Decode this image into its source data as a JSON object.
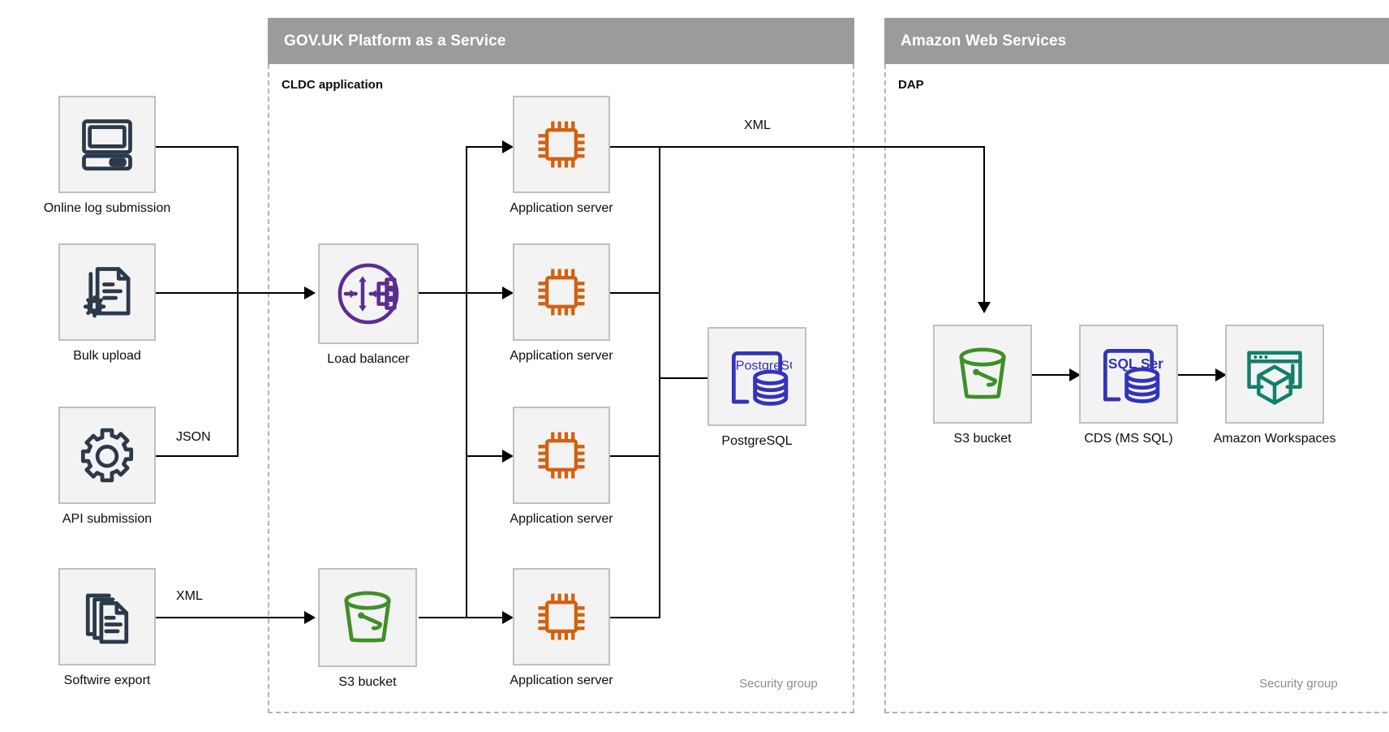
{
  "zones": [
    {
      "id": "paas",
      "title": "GOV.UK Platform as a Service",
      "subtitle": "CLDC application",
      "security_label": "Security group"
    },
    {
      "id": "aws",
      "title": "Amazon Web Services",
      "subtitle": "DAP",
      "security_label": "Security group"
    }
  ],
  "nodes": {
    "online_log": {
      "label": "Online log submission",
      "icon": "desktop-computer-icon",
      "color": "#2b3a4a"
    },
    "bulk_upload": {
      "label": "Bulk upload",
      "icon": "document-gear-icon",
      "color": "#2b3a4a"
    },
    "api_submission": {
      "label": "API submission",
      "icon": "gear-icon",
      "color": "#2b3a4a"
    },
    "softwire_export": {
      "label": "Softwire export",
      "icon": "document-stack-icon",
      "color": "#2b3a4a"
    },
    "load_balancer": {
      "label": "Load balancer",
      "icon": "load-balancer-icon",
      "color": "#5c2d91"
    },
    "app_server_1": {
      "label": "Application server",
      "icon": "cpu-chip-icon",
      "color": "#d4600f"
    },
    "app_server_2": {
      "label": "Application server",
      "icon": "cpu-chip-icon",
      "color": "#d4600f"
    },
    "app_server_3": {
      "label": "Application server",
      "icon": "cpu-chip-icon",
      "color": "#d4600f"
    },
    "app_server_4": {
      "label": "Application server",
      "icon": "cpu-chip-icon",
      "color": "#d4600f"
    },
    "postgresql": {
      "label": "PostgreSQL",
      "icon": "postgresql-database-icon",
      "icon_text": "PostgreSQL",
      "color": "#3333bb"
    },
    "s3_paas": {
      "label": "S3 bucket",
      "icon": "s3-bucket-icon",
      "color": "#3f8f29"
    },
    "s3_aws": {
      "label": "S3 bucket",
      "icon": "s3-bucket-icon",
      "color": "#3f8f29"
    },
    "cds": {
      "label": "CDS (MS SQL)",
      "icon": "sql-server-database-icon",
      "icon_text": "SQL Server",
      "color": "#3333bb"
    },
    "workspaces": {
      "label": "Amazon Workspaces",
      "icon": "amazon-workspaces-icon",
      "color": "#12806a"
    }
  },
  "edge_labels": {
    "api_json": "JSON",
    "softwire_xml": "XML",
    "appserver_xml": "XML"
  },
  "colors": {
    "zone_header_bg": "#9b9b9b",
    "zone_header_text": "#ffffff",
    "zone_border": "#b5b5b5",
    "icon_box_bg": "#f3f3f3",
    "icon_box_border": "#bfbfbf",
    "line": "#000000",
    "security_group_text": "#8d8d8d",
    "dark_navy": "#2b3a4a",
    "purple": "#5c2d91",
    "orange": "#d4600f",
    "indigo": "#3333bb",
    "green": "#3f8f29",
    "teal": "#12806a"
  }
}
